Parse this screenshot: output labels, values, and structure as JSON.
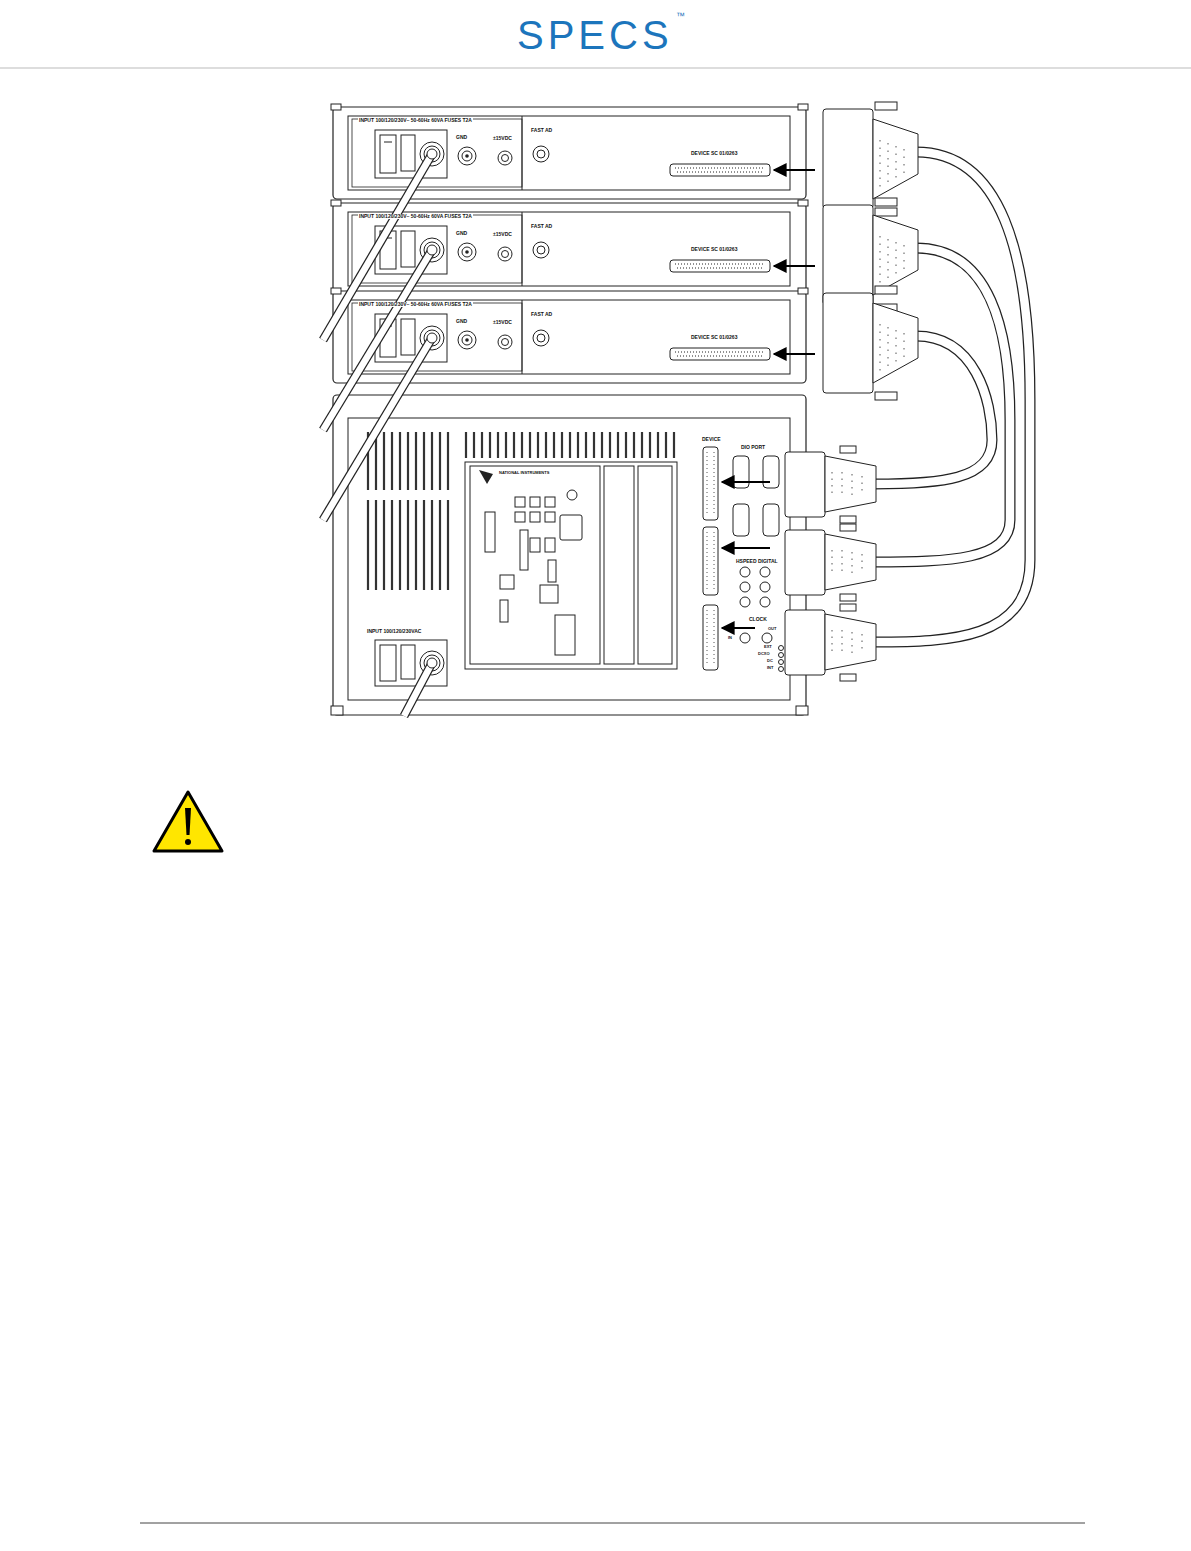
{
  "diagram": {
    "labels": [
      "SPECS",
      "™",
      "INPUT 100/120/230V~ 50-60Hz 60VA FUSES T2A",
      "GND",
      "±15VDC",
      "FAST AD",
      "DEVICE SC 01/0263",
      "INPUT 100/120/230V~ 50-60Hz 60VA FUSES T2A",
      "GND",
      "±15VDC",
      "FAST AD",
      "DEVICE SC 01/0263",
      "INPUT 100/120/230V~ 50-60Hz 60VA FUSES T2A",
      "GND",
      "±15VDC",
      "FAST AD",
      "DEVICE SC 01/0263",
      "DEVICE",
      "DIO PORT",
      "NATIONAL INSTRUMENTS",
      "HSPEED DIGITAL",
      "CLOCK",
      "IN",
      "OUT",
      "EXT",
      "DCXO",
      "DC",
      "INT",
      "INPUT 100/120/230VAC"
    ]
  }
}
